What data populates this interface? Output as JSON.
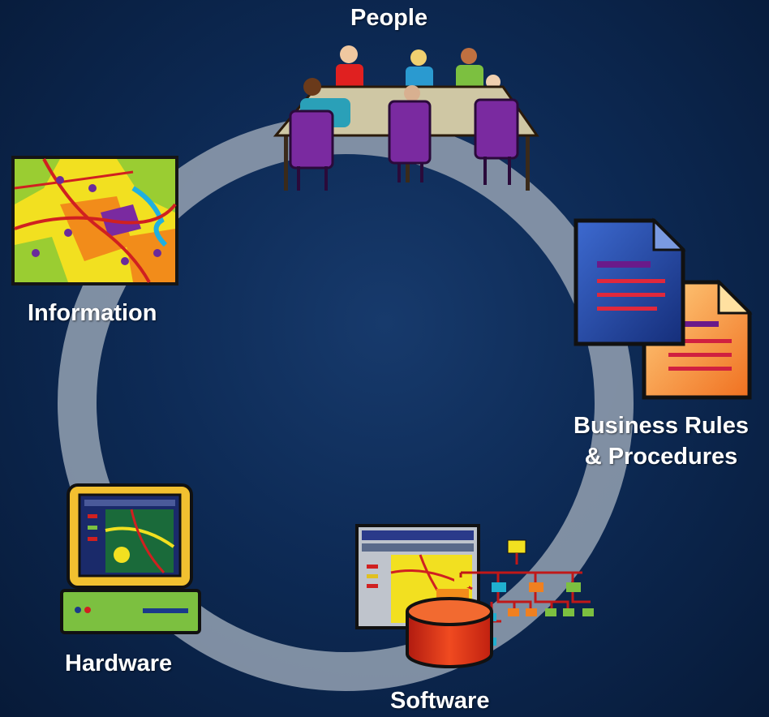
{
  "colors": {
    "background": "#0d2a55",
    "ring": "#8a98aa",
    "label": "#ffffff"
  },
  "nodes": {
    "people": {
      "label": "People",
      "icon": "meeting-people-icon"
    },
    "business_rules": {
      "label_line1": "Business Rules",
      "label_line2": "& Procedures",
      "icon": "documents-icon"
    },
    "software": {
      "label": "Software",
      "icon": "software-database-icon"
    },
    "hardware": {
      "label": "Hardware",
      "icon": "computer-icon"
    },
    "information": {
      "label": "Information",
      "icon": "map-icon"
    }
  }
}
